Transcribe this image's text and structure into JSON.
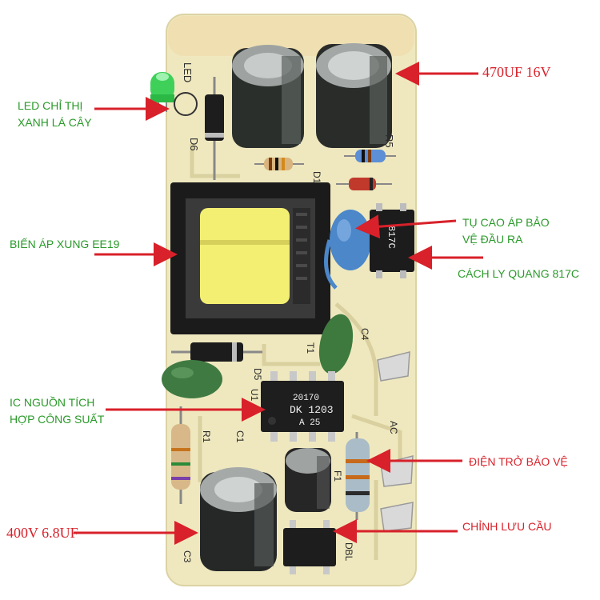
{
  "colors": {
    "label_green": "#2a9a2a",
    "label_red": "#d8212a",
    "arrow": "#d8212a",
    "pcb": "#efe8bf",
    "pcb_edge": "#e8c99a"
  },
  "labels": {
    "cap_470": "470UF  16V",
    "led_line1": "LED CHỈ THỊ",
    "led_line2": "XANH LÁ CÂY",
    "transformer": "BIẾN ÁP XUNG EE19",
    "hv_cap_line1": "TỤ CAO ÁP BẢO",
    "hv_cap_line2": "VỆ ĐẦU RA",
    "optocoupler": "CÁCH LY QUANG 817C",
    "ic_line1": "IC NGUỒN TÍCH",
    "ic_line2": "HỢP CÔNG SUẤT",
    "resistor": "ĐIỆN TRỞ BẢO VỆ",
    "cap_400": "400V  6.8UF",
    "rectifier": "CHỈNH LƯU CẦU"
  },
  "board_marks": {
    "led": "LED",
    "d6": "D6",
    "r5": "R5",
    "d1": "D1",
    "t1": "T1",
    "c4": "C4",
    "d5": "D5",
    "u1": "U1",
    "r1": "R1",
    "c1": "C1",
    "f1": "F1",
    "ac": "AC",
    "dbl": "DBL",
    "c3": "C3"
  },
  "chip": {
    "line1": "20170",
    "line2": "DK 1203",
    "line3": "A  25"
  },
  "opto_chip": {
    "text": "817C"
  },
  "icons": {
    "arrow": "red-arrow-icon"
  }
}
